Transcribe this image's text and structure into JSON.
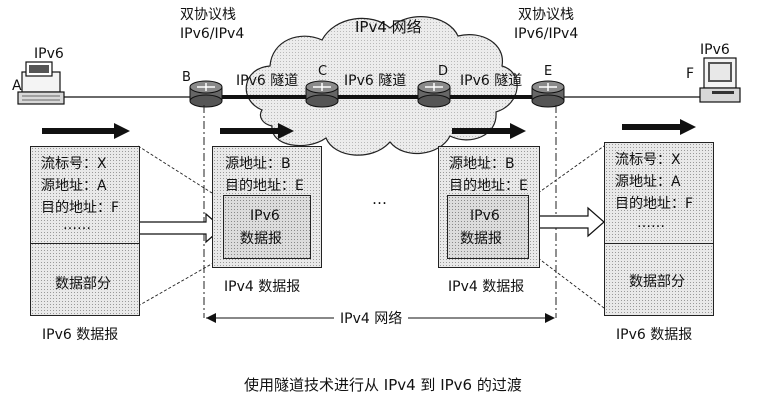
{
  "network": {
    "cloud_label": "IPv4 网络",
    "dual_stack_left": {
      "line1": "双协议栈",
      "line2": "IPv6/IPv4"
    },
    "dual_stack_right": {
      "line1": "双协议栈",
      "line2": "IPv6/IPv4"
    },
    "host_a": {
      "proto": "IPv6",
      "letter": "A"
    },
    "host_f": {
      "proto": "IPv6",
      "letter": "F"
    },
    "routers": {
      "b": "B",
      "c": "C",
      "d": "D",
      "e": "E"
    },
    "tunnel_label": "IPv6 隧道"
  },
  "packets": {
    "left": {
      "flow": "流标号：X",
      "src": "源地址：A",
      "dst": "目的地址：F",
      "dots": "……",
      "data": "数据部分",
      "caption": "IPv6 数据报"
    },
    "right": {
      "flow": "流标号：X",
      "src": "源地址：A",
      "dst": "目的地址：F",
      "dots": "……",
      "data": "数据部分",
      "caption": "IPv6 数据报"
    },
    "tunnel_left": {
      "src": "源地址：B",
      "dst": "目的地址：E",
      "inner_line1": "IPv6",
      "inner_line2": "数据报",
      "caption": "IPv4 数据报"
    },
    "tunnel_right": {
      "src": "源地址：B",
      "dst": "目的地址：E",
      "inner_line1": "IPv6",
      "inner_line2": "数据报",
      "caption": "IPv4 数据报"
    },
    "ellipsis": "…"
  },
  "span_label": "IPv4  网络",
  "caption": "使用隧道技术进行从 IPv4 到 IPv6 的过渡",
  "colors": {
    "line": "#111111",
    "packet_fill": "#e9e9e9",
    "cloud_fill": "#ececec"
  }
}
